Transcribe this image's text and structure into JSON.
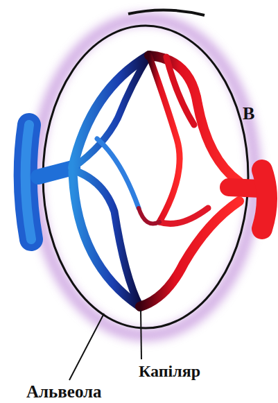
{
  "diagram": {
    "labels": [
      "В",
      "Капіляр",
      "Альвеола"
    ]
  }
}
